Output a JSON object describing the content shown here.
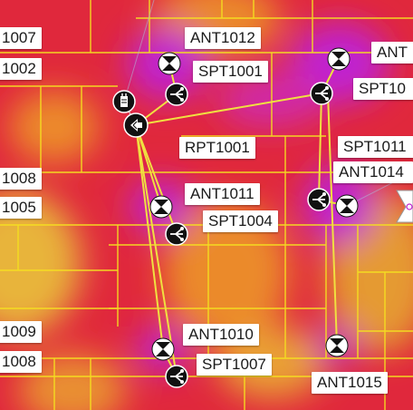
{
  "map": {
    "title": "",
    "colors": {
      "heat_low": "#e0283c",
      "heat_mid": "#f07a2a",
      "heat_high": "#c020d0",
      "heat_warm": "#e8b43a",
      "walls": "#f5e020",
      "link": "#f0e040",
      "device_fill": "#111111",
      "device_ring": "#ffffff"
    }
  },
  "devices": {
    "ant1012": {
      "label": "ANT1012",
      "icon": "antenna-icon"
    },
    "ant_edge": {
      "label": "ANT",
      "icon": "antenna-icon"
    },
    "spt1001": {
      "label": "SPT1001",
      "icon": "splitter-icon"
    },
    "spt_edge": {
      "label": "SPT10",
      "icon": "splitter-icon"
    },
    "rpt1001": {
      "label": "RPT1001",
      "icon": "repeater-icon"
    },
    "spt1011": {
      "label": "SPT1011",
      "icon": "splitter-icon"
    },
    "ant1014": {
      "label": "ANT1014",
      "icon": "antenna-icon"
    },
    "ant1011": {
      "label": "ANT1011",
      "icon": "antenna-icon"
    },
    "spt1004": {
      "label": "SPT1004",
      "icon": "splitter-icon"
    },
    "ant1010": {
      "label": "ANT1010",
      "icon": "antenna-icon"
    },
    "spt1007": {
      "label": "SPT1007",
      "icon": "splitter-icon"
    },
    "ant1015": {
      "label": "ANT1015",
      "icon": "antenna-icon"
    },
    "donor": {
      "icon": "donor-antenna-icon"
    }
  },
  "edge_labels": {
    "l1007": "1007",
    "l1002": "1002",
    "l1008a": "1008",
    "l1005": "1005",
    "l1009": "1009",
    "l1008b": "1008"
  }
}
